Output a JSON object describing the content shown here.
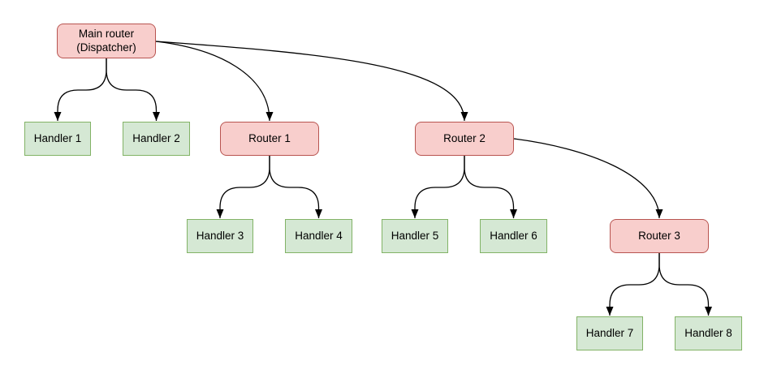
{
  "colors": {
    "canvas_bg": "#ffffff",
    "router_fill": "#f8cecc",
    "router_border": "#b85450",
    "handler_fill": "#d5e8d4",
    "handler_border": "#82b366",
    "edge_color": "#000000",
    "text_color": "#000000"
  },
  "diagram": {
    "nodes": {
      "main_router": {
        "label": "Main router\n(Dispatcher)",
        "type": "router"
      },
      "handler_1": {
        "label": "Handler 1",
        "type": "handler"
      },
      "handler_2": {
        "label": "Handler 2",
        "type": "handler"
      },
      "router_1": {
        "label": "Router 1",
        "type": "router"
      },
      "router_2": {
        "label": "Router 2",
        "type": "router"
      },
      "handler_3": {
        "label": "Handler 3",
        "type": "handler"
      },
      "handler_4": {
        "label": "Handler 4",
        "type": "handler"
      },
      "handler_5": {
        "label": "Handler 5",
        "type": "handler"
      },
      "handler_6": {
        "label": "Handler 6",
        "type": "handler"
      },
      "router_3": {
        "label": "Router 3",
        "type": "router"
      },
      "handler_7": {
        "label": "Handler 7",
        "type": "handler"
      },
      "handler_8": {
        "label": "Handler 8",
        "type": "handler"
      }
    },
    "edges": [
      {
        "from": "main_router",
        "to": "handler_1"
      },
      {
        "from": "main_router",
        "to": "handler_2"
      },
      {
        "from": "main_router",
        "to": "router_1"
      },
      {
        "from": "main_router",
        "to": "router_2"
      },
      {
        "from": "router_1",
        "to": "handler_3"
      },
      {
        "from": "router_1",
        "to": "handler_4"
      },
      {
        "from": "router_2",
        "to": "handler_5"
      },
      {
        "from": "router_2",
        "to": "handler_6"
      },
      {
        "from": "router_2",
        "to": "router_3"
      },
      {
        "from": "router_3",
        "to": "handler_7"
      },
      {
        "from": "router_3",
        "to": "handler_8"
      }
    ]
  }
}
